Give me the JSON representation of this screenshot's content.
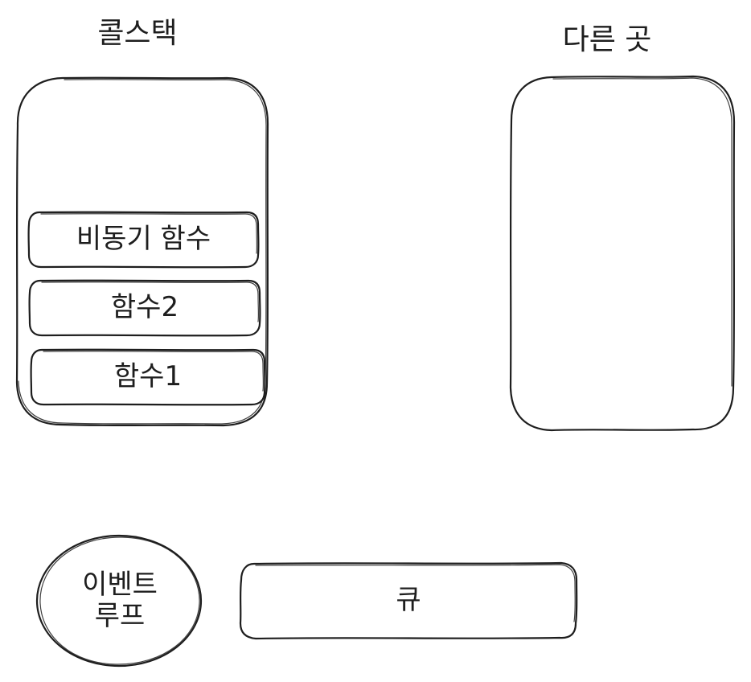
{
  "call_stack": {
    "title": "콜스택",
    "frames": [
      "비동기 함수",
      "함수2",
      "함수1"
    ]
  },
  "elsewhere": {
    "title": "다른 곳"
  },
  "event_loop": {
    "line1": "이벤트",
    "line2": "루프"
  },
  "queue": {
    "label": "큐"
  }
}
